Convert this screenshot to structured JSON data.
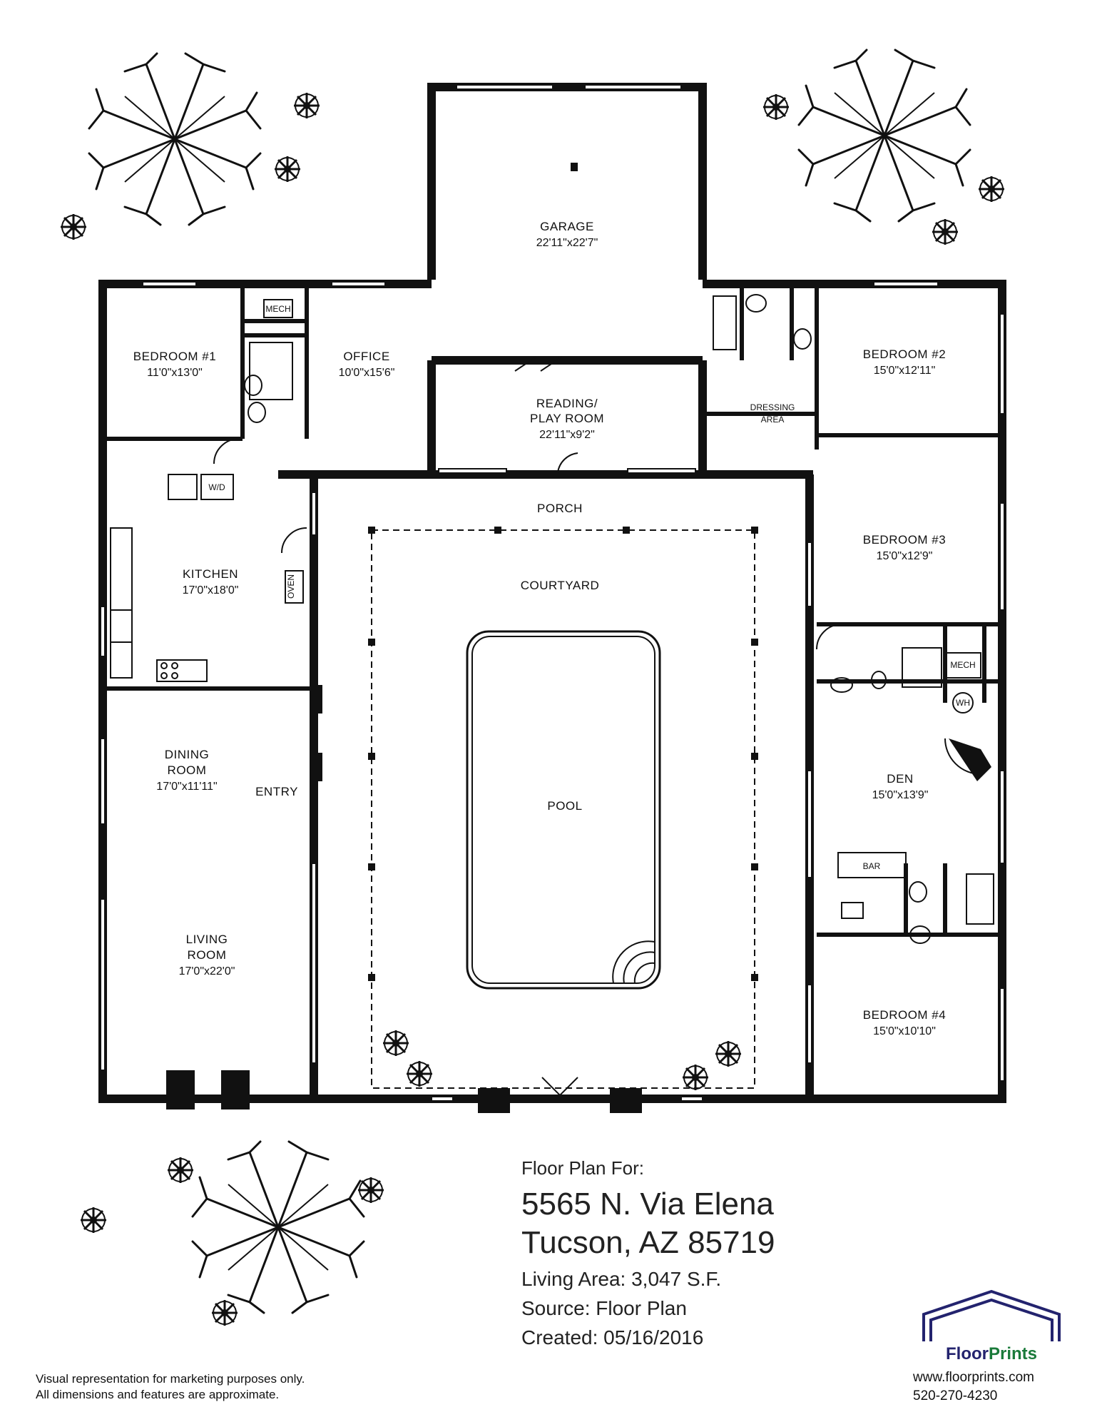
{
  "rooms": {
    "garage": {
      "label": "GARAGE",
      "dim": "22'11\"x22'7\""
    },
    "bedroom1": {
      "label": "BEDROOM #1",
      "dim": "11'0\"x13'0\""
    },
    "office": {
      "label": "OFFICE",
      "dim": "10'0\"x15'6\""
    },
    "reading": {
      "label1": "READING/",
      "label2": "PLAY ROOM",
      "dim": "22'11\"x9'2\""
    },
    "bedroom2": {
      "label": "BEDROOM #2",
      "dim": "15'0\"x12'11\""
    },
    "dressing": {
      "label1": "DRESSING",
      "label2": "AREA"
    },
    "porch": {
      "label": "PORCH"
    },
    "courtyard": {
      "label": "COURTYARD"
    },
    "bedroom3": {
      "label": "BEDROOM #3",
      "dim": "15'0\"x12'9\""
    },
    "kitchen": {
      "label": "KITCHEN",
      "dim": "17'0\"x18'0\""
    },
    "dining": {
      "label1": "DINING",
      "label2": "ROOM",
      "dim": "17'0\"x11'11\""
    },
    "entry": {
      "label": "ENTRY"
    },
    "pool": {
      "label": "POOL"
    },
    "den": {
      "label": "DEN",
      "dim": "15'0\"x13'9\""
    },
    "living": {
      "label1": "LIVING",
      "label2": "ROOM",
      "dim": "17'0\"x22'0\""
    },
    "bedroom4": {
      "label": "BEDROOM #4",
      "dim": "15'0\"x10'10\""
    }
  },
  "fixtures": {
    "mech1": "MECH",
    "mech2": "MECH",
    "wd": "W/D",
    "oven": "OVEN",
    "wh": "WH",
    "bar": "BAR"
  },
  "info": {
    "heading": "Floor Plan For:",
    "address1": "5565 N. Via Elena",
    "address2": "Tucson, AZ  85719",
    "living_area": "Living Area:  3,047 S.F.",
    "source": "Source:  Floor Plan",
    "created": "Created:  05/16/2016"
  },
  "disclaimer": {
    "line1": "Visual representation for marketing purposes only.",
    "line2": "All dimensions and features are approximate."
  },
  "brand": {
    "name_part1": "Floor",
    "name_part2": "Prints",
    "website": "www.floorprints.com",
    "phone": "520-270-4230",
    "logo_color": "#23236e",
    "accent_color": "#1a7a3a"
  }
}
